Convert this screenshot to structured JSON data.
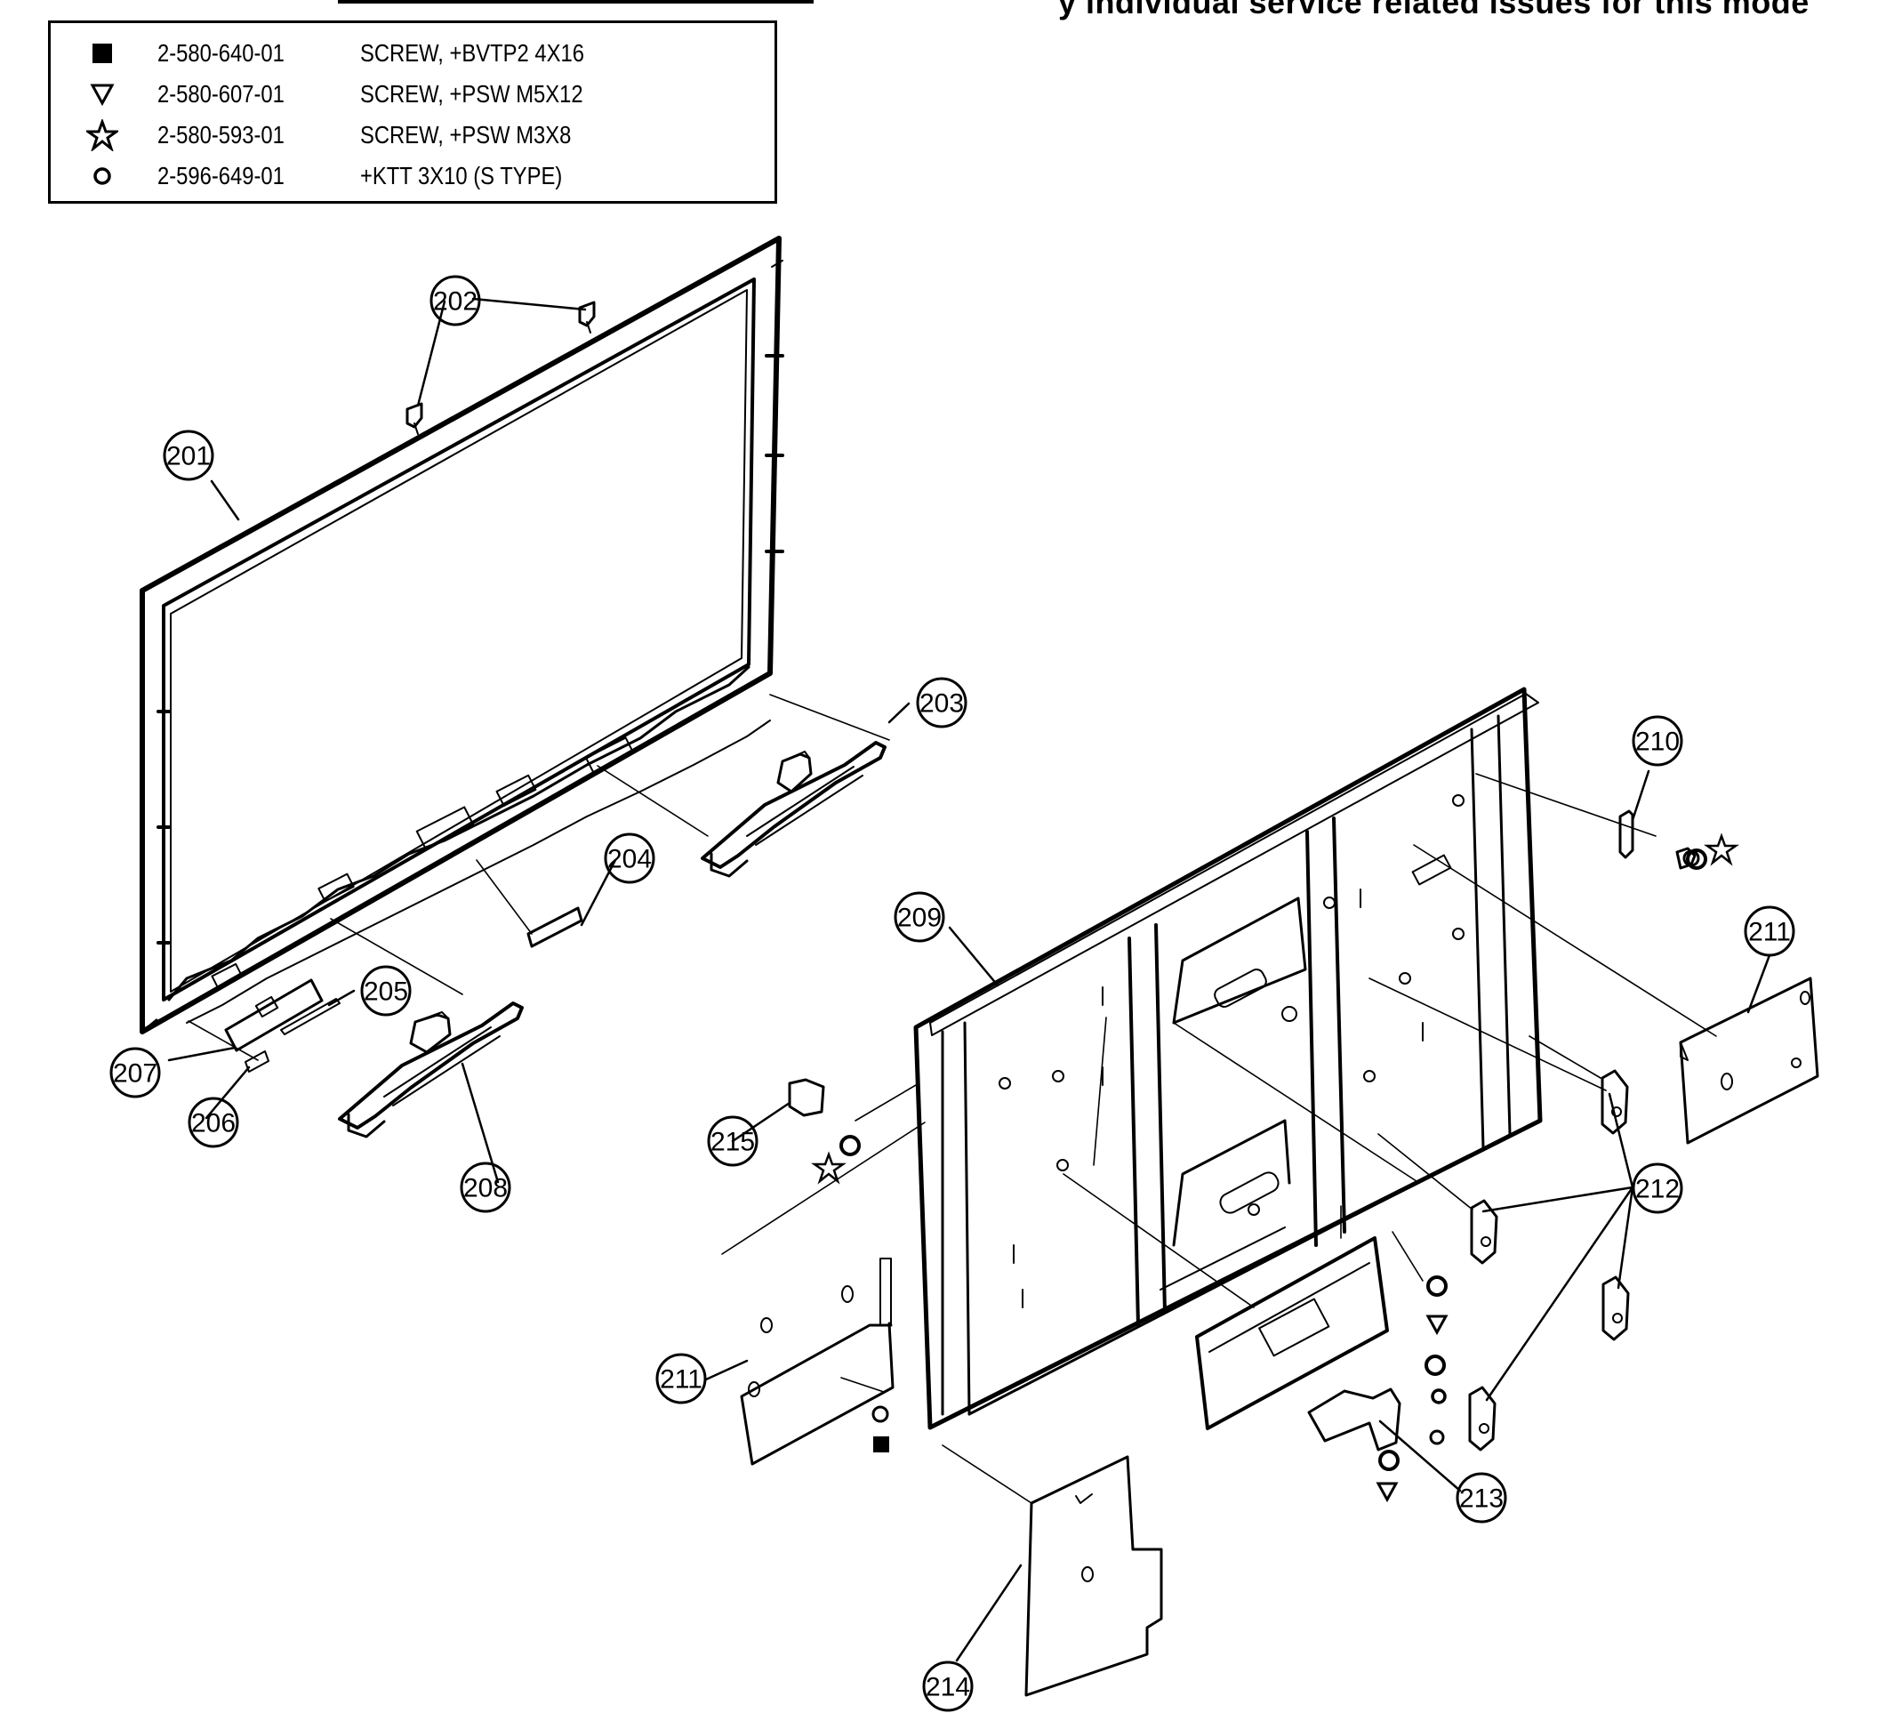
{
  "header": {
    "partial_heading": "y individual service related issues for this mode"
  },
  "legend": [
    {
      "symbol": "filled-square-icon",
      "part_number": "2-580-640-01",
      "description": "SCREW, +BVTP2 4X16"
    },
    {
      "symbol": "open-triangle-down-icon",
      "part_number": "2-580-607-01",
      "description": "SCREW, +PSW M5X12"
    },
    {
      "symbol": "open-star-icon",
      "part_number": "2-580-593-01",
      "description": "SCREW, +PSW M3X8"
    },
    {
      "symbol": "open-circle-icon",
      "part_number": "2-596-649-01",
      "description": "+KTT 3X10 (S TYPE)"
    }
  ],
  "callouts": [
    "201",
    "202",
    "203",
    "204",
    "205",
    "206",
    "207",
    "208",
    "209",
    "210",
    "211",
    "211",
    "212",
    "213",
    "214",
    "215"
  ]
}
